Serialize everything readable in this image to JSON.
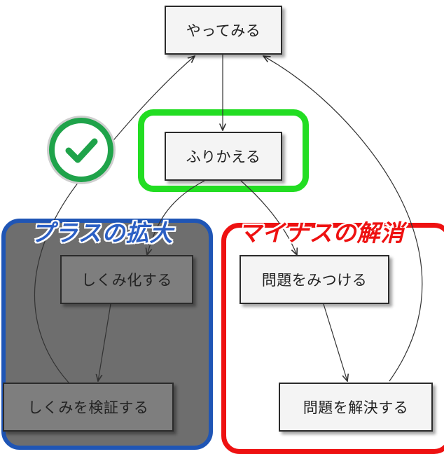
{
  "nodes": {
    "try": "やってみる",
    "reflect": "ふりかえる",
    "systematize": "しくみ化する",
    "verify": "しくみを検証する",
    "find_problem": "問題をみつける",
    "solve_problem": "問題を解決する"
  },
  "groups": {
    "plus": "プラスの拡大",
    "minus": "マイナスの解消"
  },
  "colors": {
    "plus_border": "#1f55b5",
    "plus_label": "#2b5fc4",
    "minus_border": "#ee1111",
    "focus_border": "#22dd22",
    "check": "#1fa34a"
  },
  "icons": {
    "check": "check-circle-icon"
  }
}
